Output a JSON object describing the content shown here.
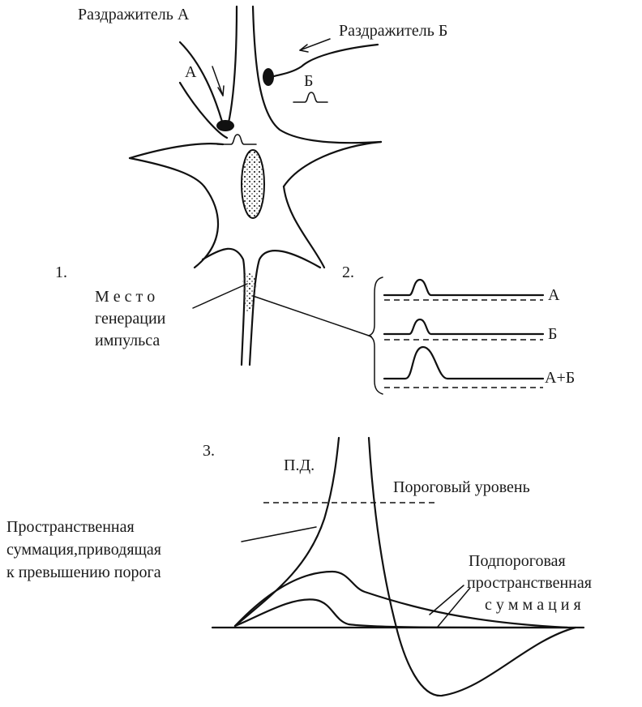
{
  "labels": {
    "stimulus_a": "Раздражитель А",
    "stimulus_b": "Раздражитель Б",
    "a": "А",
    "b": "Б",
    "panel1": "1.",
    "panel2": "2.",
    "panel3": "3.",
    "site_line1": "М е с т о",
    "site_line2": "генерации",
    "site_line3": "импульса",
    "trace_a": "А",
    "trace_b": "Б",
    "trace_ab": "А+Б",
    "pd": "П.Д.",
    "threshold": "Пороговый уровень",
    "spatial_line1": "Пространственная",
    "spatial_line2": "суммация,приводящая",
    "spatial_line3": "к превышению порога",
    "subthreshold_line1": "Подпороговая",
    "subthreshold_line2": "пространственная",
    "subthreshold_line3": "с у м м а ц и я"
  }
}
